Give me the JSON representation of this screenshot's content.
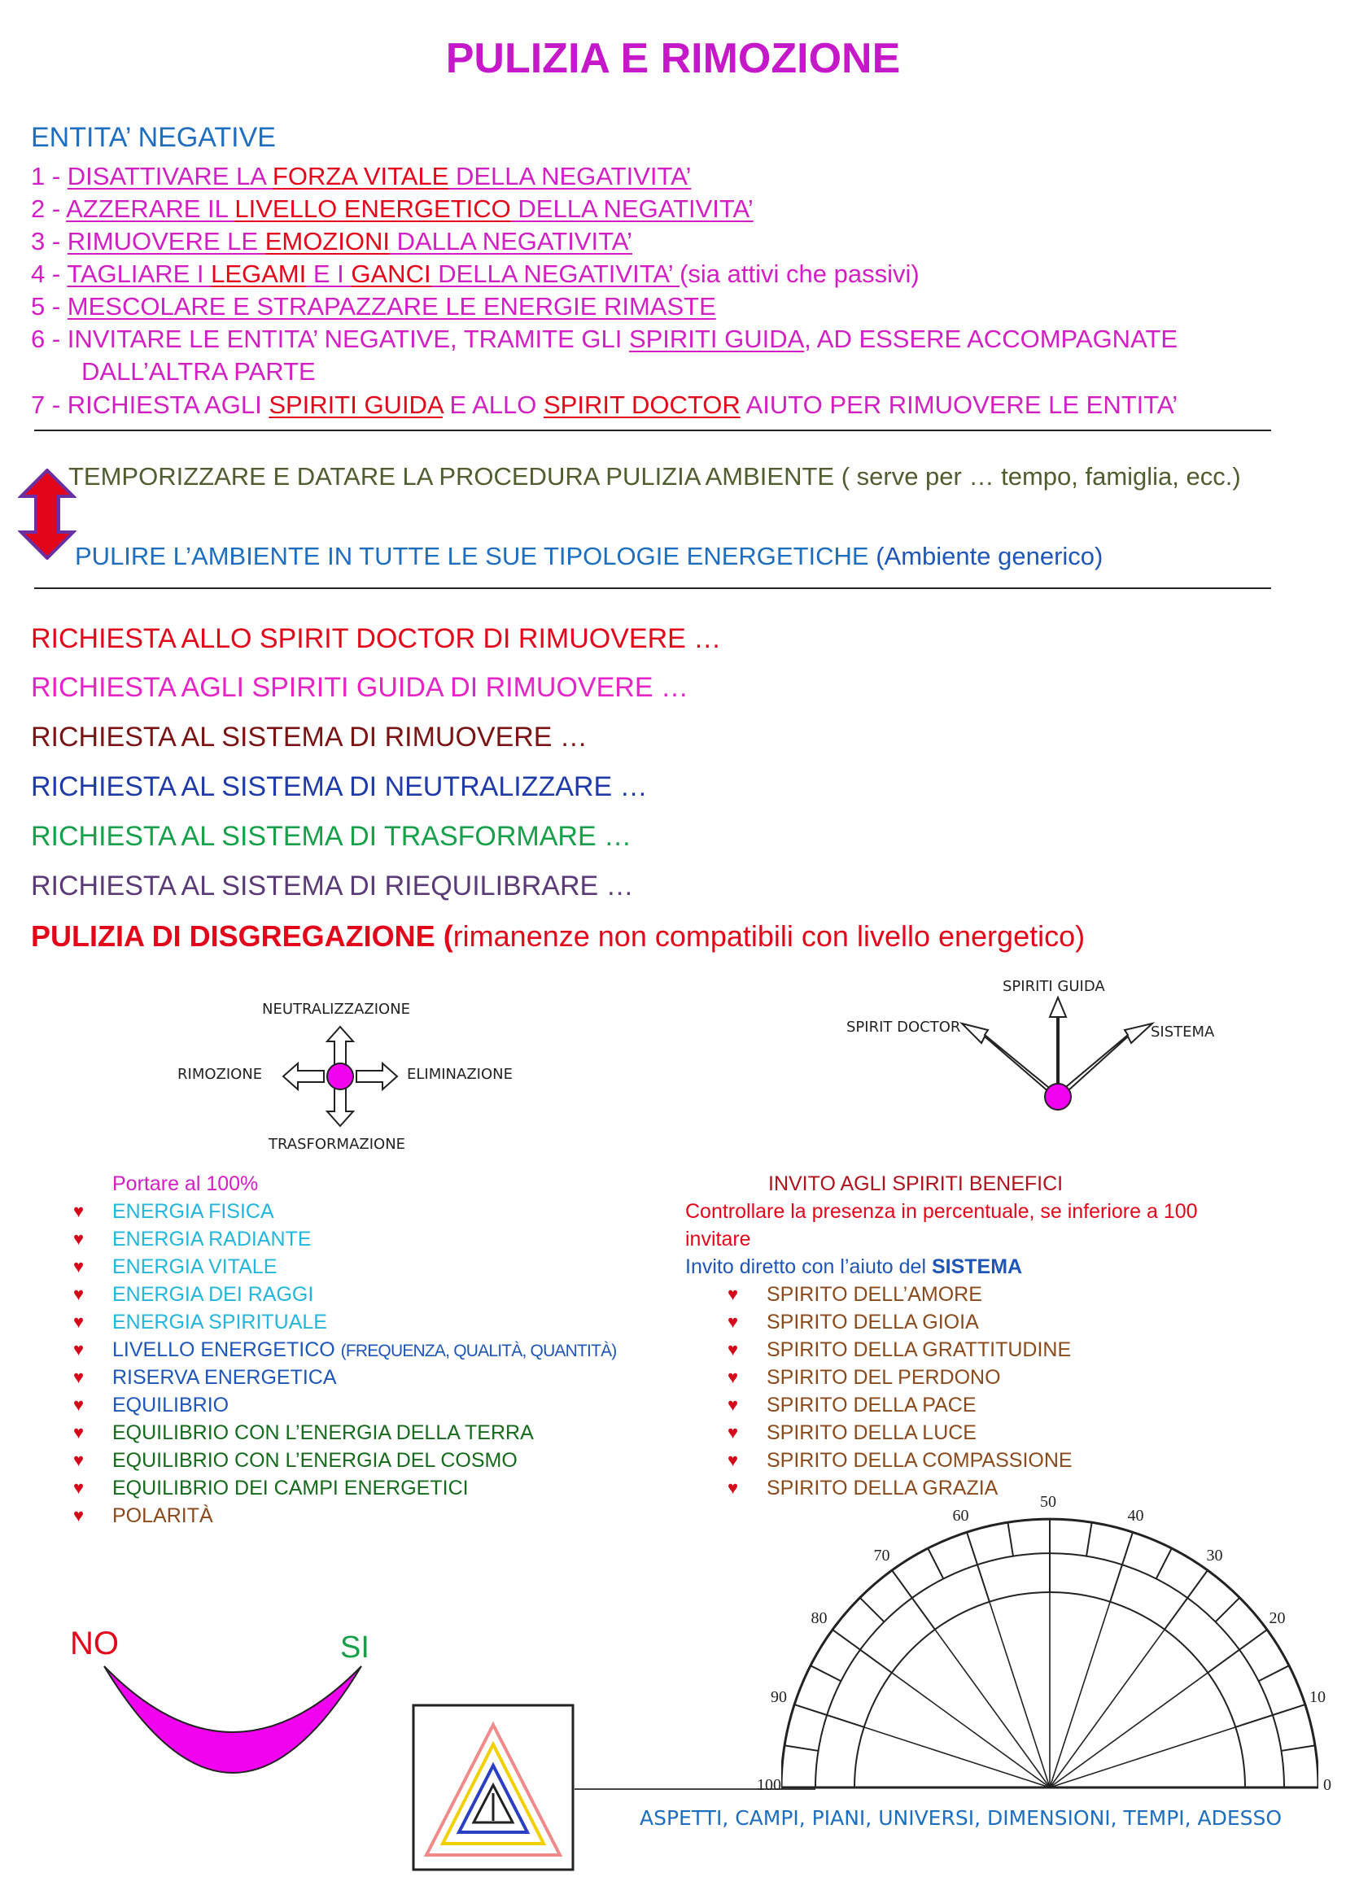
{
  "title": "PULIZIA E RIMOZIONE",
  "entita": {
    "heading": "ENTITA’ NEGATIVE",
    "items": [
      {
        "num": "1 - ",
        "p1": "DISATTIVARE LA ",
        "p2": "FORZA VITALE",
        "p3": " DELLA NEGATIVITA’"
      },
      {
        "num": "2 - ",
        "p1": "AZZERARE IL ",
        "p2": "LIVELLO ENERGETICO",
        "p3": " DELLA NEGATIVITA’"
      },
      {
        "num": "3 - ",
        "p1": "RIMUOVERE LE ",
        "p2": "EMOZIONI",
        "p3": " DALLA NEGATIVITA’"
      },
      {
        "num": "4 - ",
        "p1": "TAGLIARE I ",
        "p2": "LEGAMI",
        "p3": " E I ",
        "p4": "GANCI",
        "p5": " DELLA NEGATIVITA’ ",
        "p6": "(sia attivi che passivi)"
      },
      {
        "num": "5 - ",
        "p1": "MESCOLARE E STRAPAZZARE LE ENERGIE RIMASTE"
      },
      {
        "num": "6 - ",
        "p1": "INVITARE LE ENTITA’ NEGATIVE, TRAMITE GLI ",
        "p2": "SPIRITI GUIDA",
        "p3": ", AD ESSERE ACCOMPAGNATE",
        "line2": "DALL’ALTRA PARTE"
      },
      {
        "num": "7 - ",
        "p1": "RICHIESTA AGLI ",
        "p2": "SPIRITI GUIDA",
        "p3": " E ALLO ",
        "p4": "SPIRIT DOCTOR",
        "p5": " AIUTO PER RIMUOVERE LE ENTITA’"
      }
    ]
  },
  "temporizzare": "TEMPORIZZARE E DATARE LA PROCEDURA PULIZIA AMBIENTE ( serve per … tempo, famiglia, ecc.)",
  "pulire": {
    "main": "PULIRE L’AMBIENTE IN TUTTE LE SUE TIPOLOGIE ENERGETICHE ",
    "note": "(Ambiente generico)"
  },
  "richieste": [
    {
      "text": "RICHIESTA ALLO SPIRIT DOCTOR DI RIMUOVERE …",
      "color": "#e3061b"
    },
    {
      "text": "RICHIESTA AGLI SPIRITI GUIDA DI RIMUOVERE …",
      "color": "#e524c8"
    },
    {
      "text": "RICHIESTA AL SISTEMA DI RIMUOVERE …",
      "color": "#7a1414"
    },
    {
      "text": "RICHIESTA AL SISTEMA DI NEUTRALIZZARE …",
      "color": "#1f3ba8"
    },
    {
      "text": "RICHIESTA AL SISTEMA DI TRASFORMARE …",
      "color": "#16a04a"
    },
    {
      "text": "RICHIESTA AL SISTEMA DI RIEQUILIBRARE …",
      "color": "#5b3a78"
    }
  ],
  "disgregazione": {
    "bold": "PULIZIA DI DISGREGAZIONE (",
    "rest": "rimanenze non compatibili con livello energetico)"
  },
  "cross": {
    "top": "NEUTRALIZZAZIONE",
    "left": "RIMOZIONE",
    "right": "ELIMINAZIONE",
    "bottom": "TRASFORMAZIONE"
  },
  "fan": {
    "left": "SPIRIT DOCTOR",
    "top": "SPIRITI GUIDA",
    "right": "SISTEMA"
  },
  "energie": {
    "heading": "Portare al 100%",
    "items": [
      {
        "text": "ENERGIA FISICA",
        "color": "#22b6dc"
      },
      {
        "text": "ENERGIA RADIANTE",
        "color": "#22b6dc"
      },
      {
        "text": "ENERGIA VITALE",
        "color": "#22b6dc"
      },
      {
        "text": "ENERGIA DEI RAGGI",
        "color": "#22b6dc"
      },
      {
        "text": "ENERGIA SPIRITUALE",
        "color": "#22b6dc"
      },
      {
        "text": "LIVELLO ENERGETICO ",
        "small": "(FREQUENZA, QUALITÀ, QUANTITÀ)",
        "color": "#1e56b8"
      },
      {
        "text": "RISERVA ENERGETICA",
        "color": "#1e56b8"
      },
      {
        "text": "EQUILIBRIO",
        "color": "#1e56b8"
      },
      {
        "text": "EQUILIBRIO CON L’ENERGIA DELLA TERRA",
        "color": "#156a1c"
      },
      {
        "text": "EQUILIBRIO CON L’ENERGIA DEL COSMO",
        "color": "#156a1c"
      },
      {
        "text": "EQUILIBRIO DEI CAMPI  ENERGETICI",
        "color": "#156a1c"
      },
      {
        "text": "POLARITÀ",
        "color": "#8a4a1c"
      }
    ]
  },
  "invito": {
    "heading": "INVITO AGLI SPIRITI BENEFICI",
    "line1": "Controllare la presenza in percentuale, se inferiore a 100",
    "line2": "invitare",
    "direct": "Invito diretto con l’aiuto del ",
    "direct_bold": "SISTEMA",
    "spiriti": [
      "SPIRITO DELL’AMORE",
      "SPIRITO DELLA GIOIA",
      "SPIRITO DELLA GRATTITUDINE",
      "SPIRITO DEL PERDONO",
      "SPIRITO DELLA PACE",
      "SPIRITO DELLA LUCE",
      "SPIRITO DELLA COMPASSIONE",
      "SPIRITO  DELLA GRAZIA"
    ]
  },
  "no_si": {
    "no": "NO",
    "si": "SI"
  },
  "protractor": {
    "labels": [
      "0",
      "10",
      "20",
      "30",
      "40",
      "50",
      "60",
      "70",
      "80",
      "90",
      "100"
    ]
  },
  "aspetti": "ASPETTI, CAMPI, PIANI, UNIVERSI, DIMENSIONI, TEMPI, ADESSO",
  "colors": {
    "magenta": "#d11fc4",
    "red": "#e3061b",
    "olive": "#4f5d2f",
    "blue": "#1e56b8",
    "heart": "#d4081b",
    "crescent": "#f200f0",
    "brown": "#8a4a1c",
    "dark_red": "#b0121c"
  }
}
